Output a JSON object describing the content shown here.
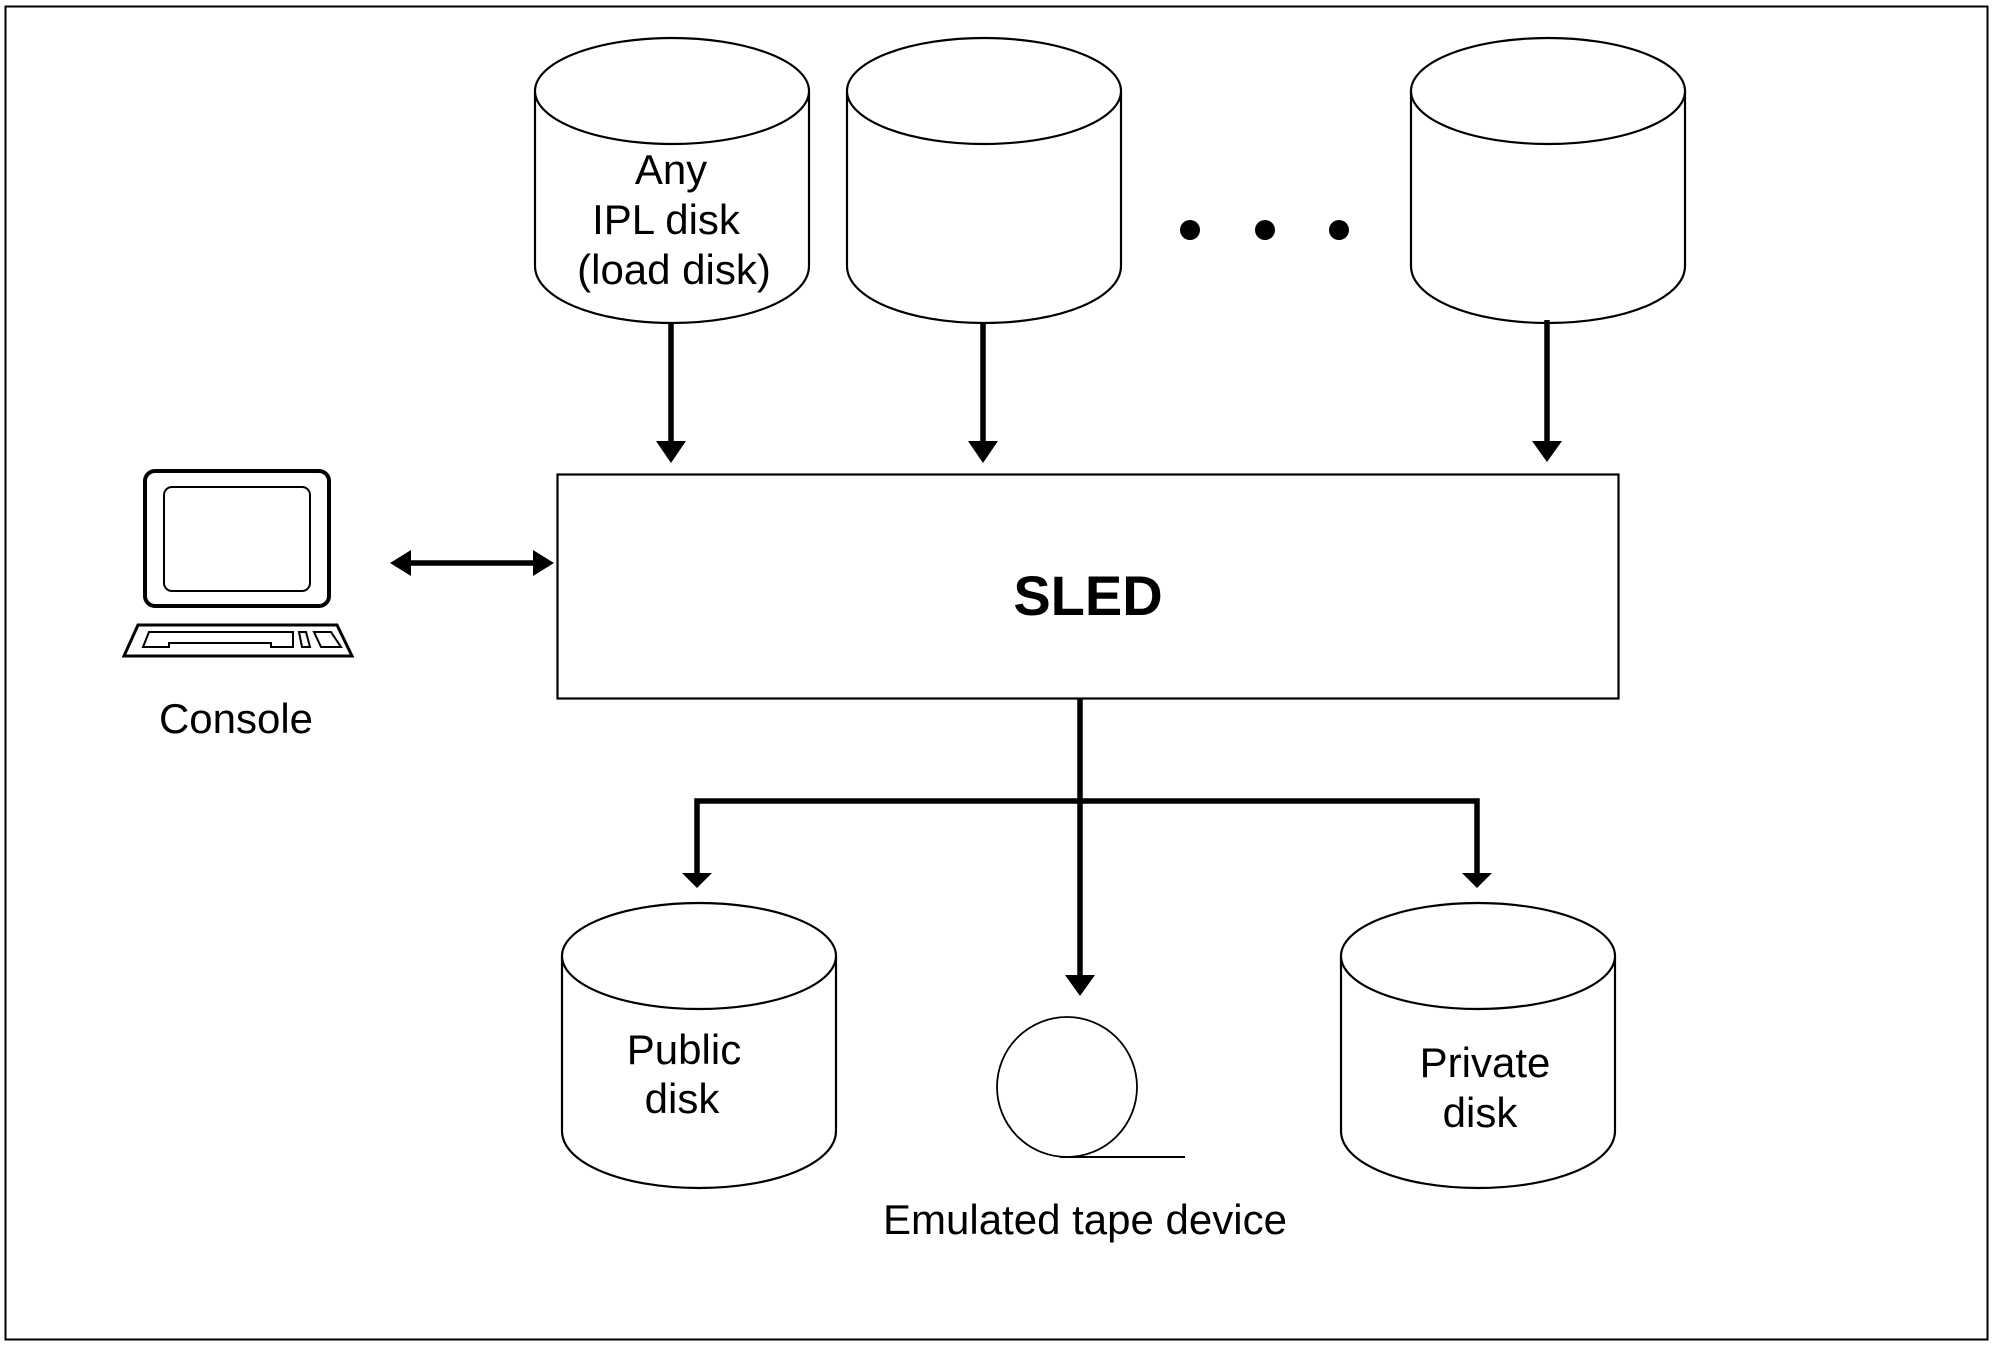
{
  "diagram": {
    "title": "SLED",
    "colors": {
      "line": "#000000",
      "background": "#ffffff"
    },
    "central_node": {
      "label": "SLED"
    },
    "console": {
      "label": "Console",
      "icon": "computer-terminal-icon",
      "connection": "bidirectional"
    },
    "ipl_disks": [
      {
        "label_lines": [
          "Any",
          "IPL disk",
          "(load disk)"
        ],
        "icon": "disk-cylinder-icon"
      },
      {
        "label_lines": [],
        "icon": "disk-cylinder-icon"
      },
      {
        "label_lines": [],
        "icon": "disk-cylinder-icon"
      }
    ],
    "ellipsis": "• • •",
    "outputs": [
      {
        "id": "public",
        "label_lines": [
          "Public",
          "disk"
        ],
        "icon": "disk-cylinder-icon"
      },
      {
        "id": "tape",
        "label": "Emulated tape device",
        "icon": "tape-reel-icon"
      },
      {
        "id": "private",
        "label_lines": [
          "Private",
          "disk"
        ],
        "icon": "disk-cylinder-icon"
      }
    ]
  }
}
